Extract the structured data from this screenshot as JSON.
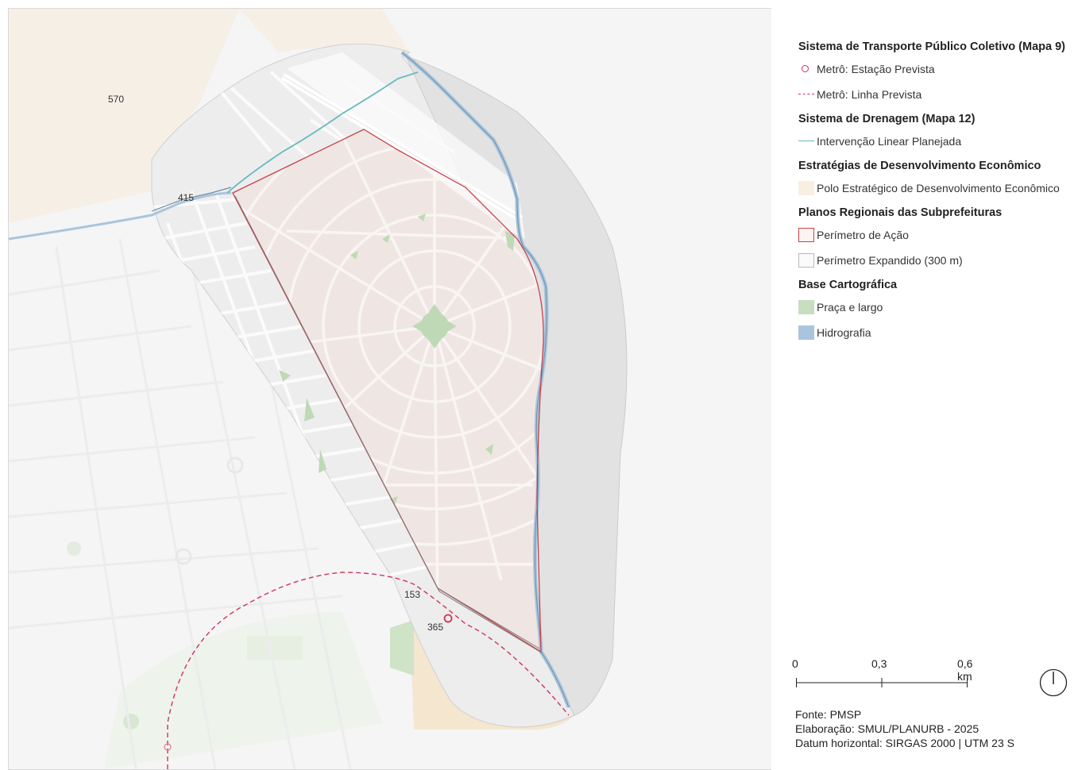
{
  "map": {
    "labels": [
      {
        "name": "label-570",
        "text": "570"
      },
      {
        "name": "label-415",
        "text": "415"
      },
      {
        "name": "label-153",
        "text": "153"
      },
      {
        "name": "label-365",
        "text": "365"
      }
    ]
  },
  "legend": {
    "sections": [
      {
        "title": "Sistema de Transporte Público Coletivo (Mapa 9)",
        "items": [
          {
            "label": "Metrô: Estação Prevista",
            "symbol": "circle",
            "color": "#d0345a"
          },
          {
            "label": "Metrô: Linha Prevista",
            "symbol": "dashed-line",
            "color": "#d0345a"
          }
        ]
      },
      {
        "title": "Sistema de Drenagem (Mapa 12)",
        "items": [
          {
            "label": "Intervenção Linear Planejada",
            "symbol": "line",
            "color": "#67b9c1"
          }
        ]
      },
      {
        "title": "Estratégias de Desenvolvimento Econômico",
        "items": [
          {
            "label": "Polo Estratégico de Desenvolvimento Econômico",
            "symbol": "fill",
            "color": "#f8efe0"
          }
        ]
      },
      {
        "title": "Planos Regionais das Subprefeituras",
        "items": [
          {
            "label": "Perímetro de Ação",
            "symbol": "outline",
            "color": "#c8414b"
          },
          {
            "label": "Perímetro Expandido (300 m)",
            "symbol": "outline",
            "color": "#bbbbbb"
          }
        ]
      },
      {
        "title": "Base Cartográfica",
        "items": [
          {
            "label": "Praça e largo",
            "symbol": "fill",
            "color": "#c7dfbf"
          },
          {
            "label": "Hidrografia",
            "symbol": "fill",
            "color": "#a9c5de"
          }
        ]
      }
    ]
  },
  "scale": {
    "ticks": [
      "0",
      "0,3",
      "0,6 km"
    ]
  },
  "credits": {
    "source": "Fonte: PMSP",
    "author": "Elaboração: SMUL/PLANURB - 2025",
    "datum": "Datum horizontal: SIRGAS 2000 | UTM 23 S"
  }
}
